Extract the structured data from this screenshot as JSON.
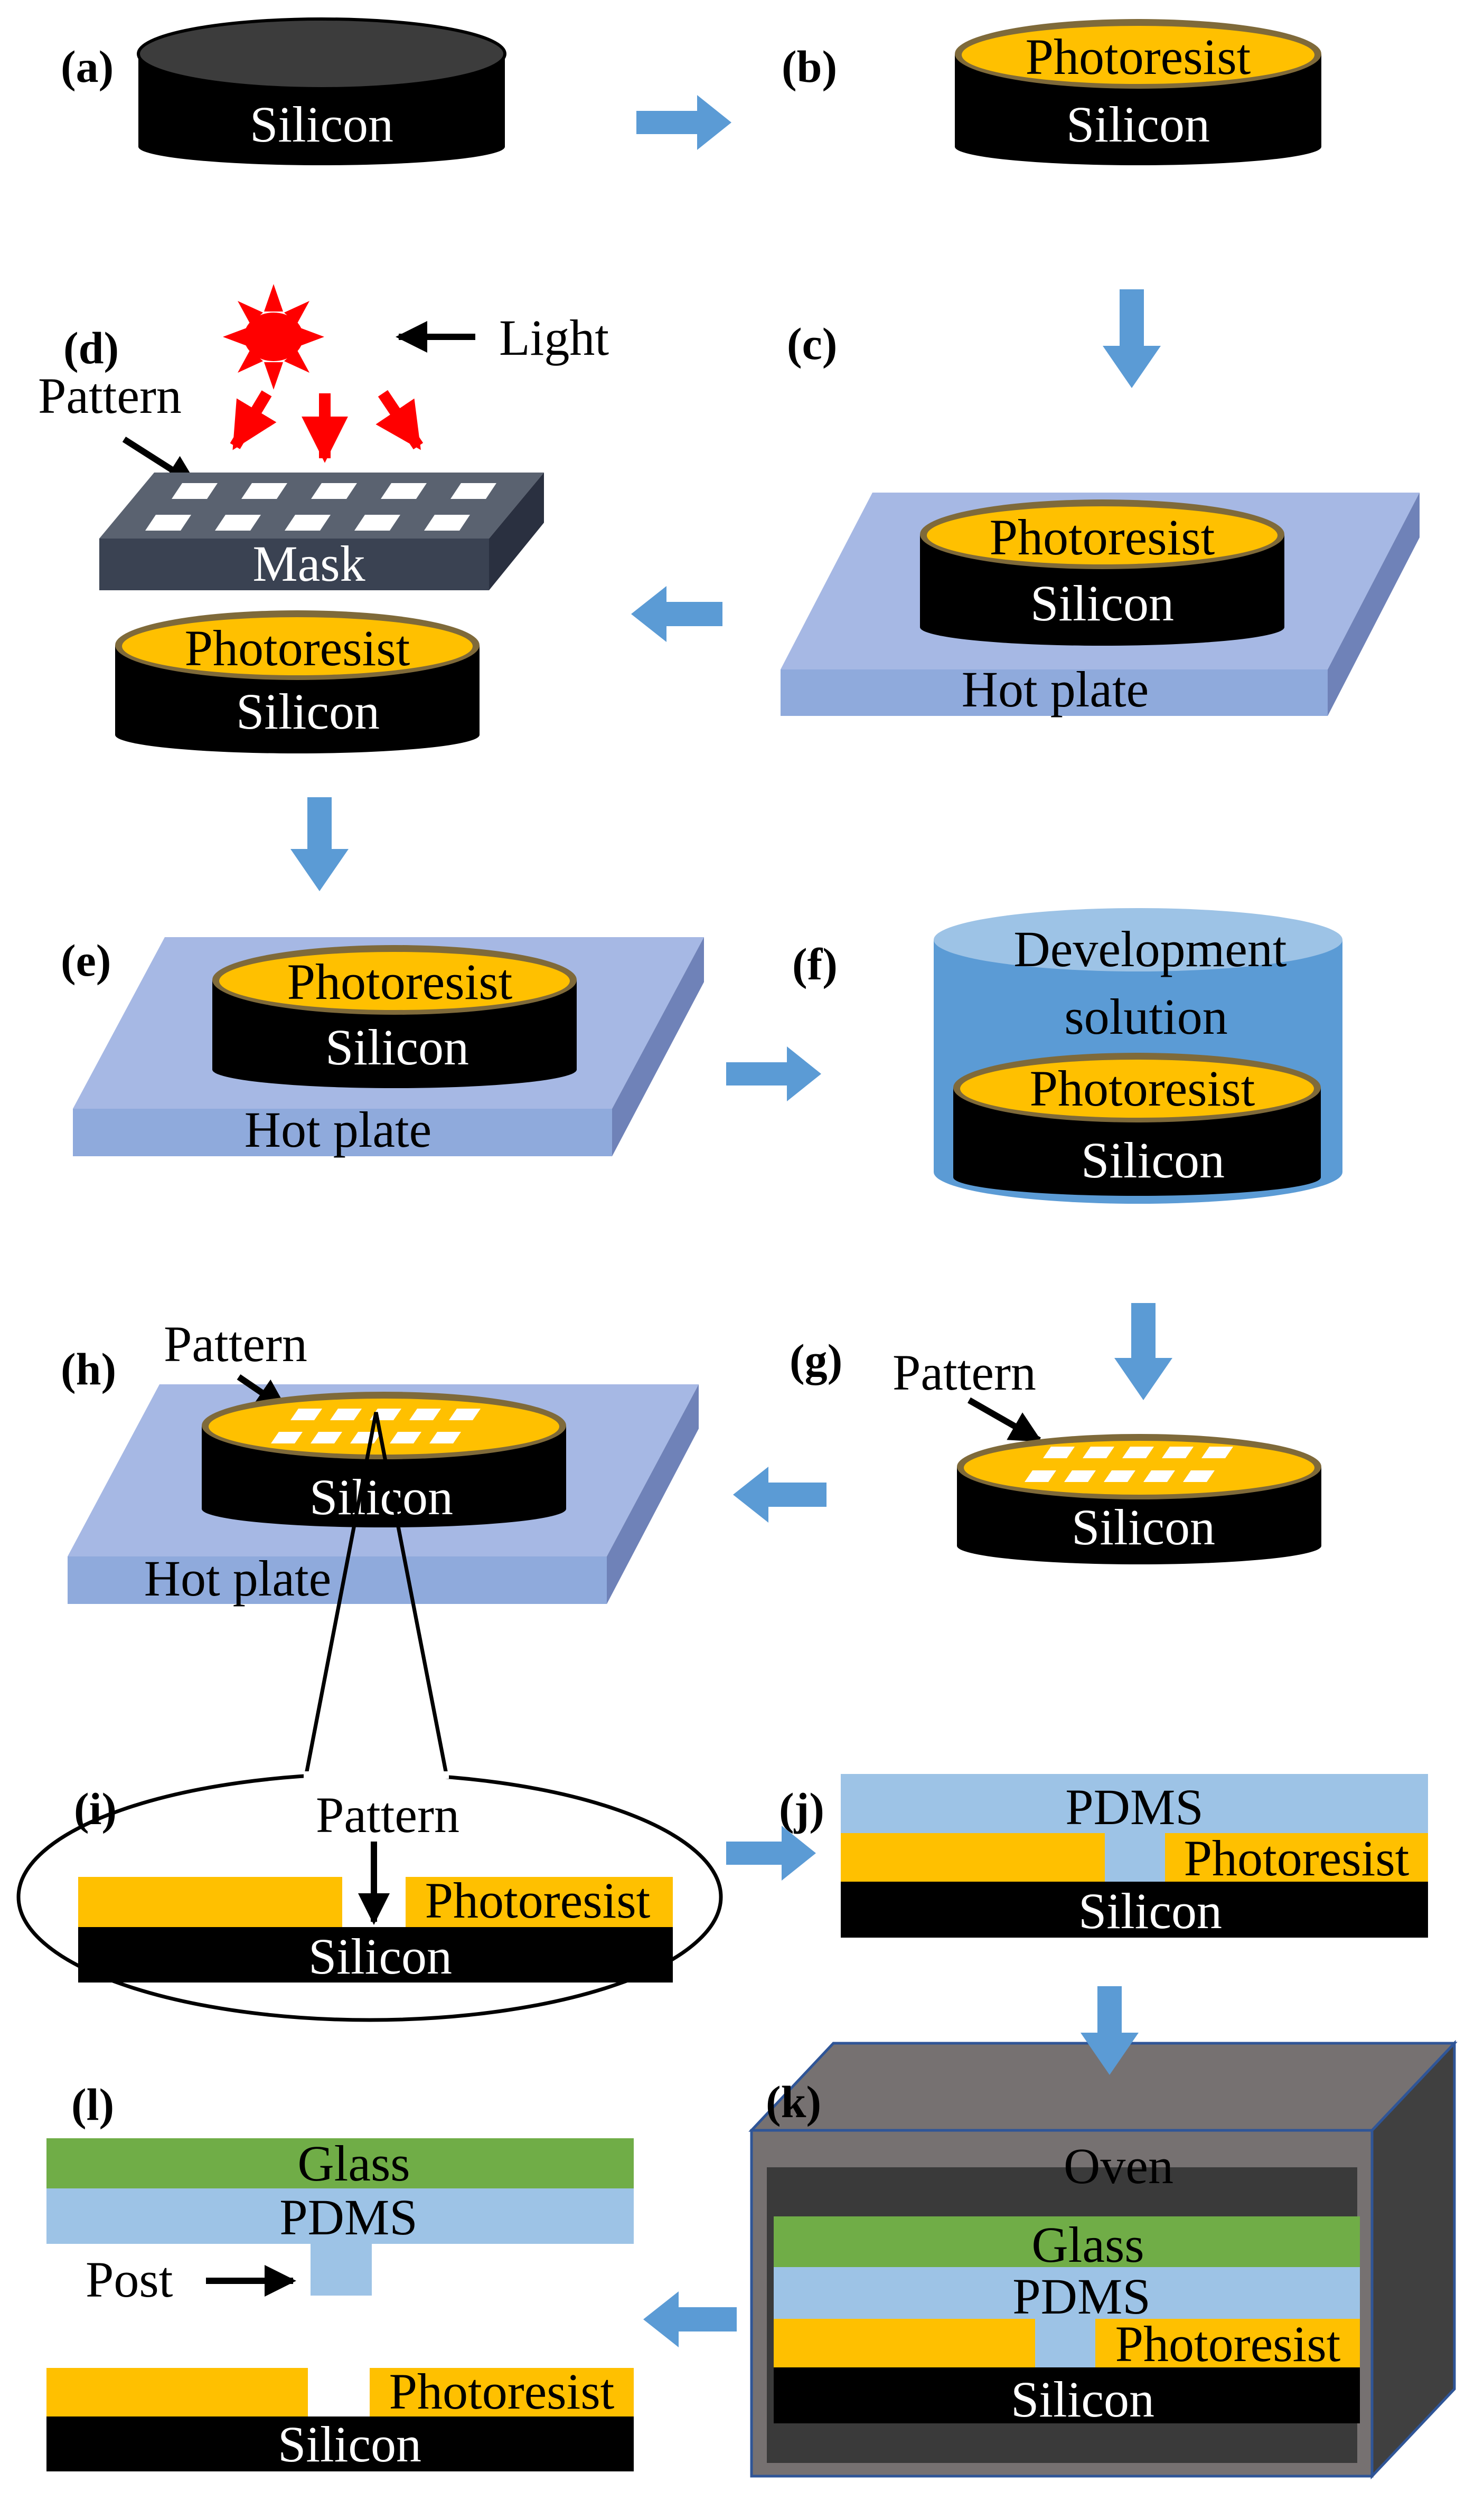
{
  "labels": {
    "a": "(a)",
    "b": "(b)",
    "c": "(c)",
    "d": "(d)",
    "e": "(e)",
    "f": "(f)",
    "g": "(g)",
    "h": "(h)",
    "i": "(i)",
    "j": "(j)",
    "k": "(k)",
    "l": "(l)"
  },
  "text": {
    "silicon": "Silicon",
    "photoresist": "Photoresist",
    "hot_plate": "Hot plate",
    "mask": "Mask",
    "pattern": "Pattern",
    "light": "Light",
    "development_line1": "Development",
    "development_line2": "solution",
    "pdms": "PDMS",
    "glass": "Glass",
    "oven": "Oven",
    "post": "Post"
  },
  "colors": {
    "silicon": "#000000",
    "wafer_top": "#3c3c3c",
    "photoresist": "#ffc000",
    "photoresist_rim": "#7f6a3a",
    "hot_plate_top": "#a6b8e4",
    "hot_plate_front": "#8faadc",
    "hot_plate_side": "#6f82b8",
    "mask_top": "#5a6270",
    "mask_front": "#3a4252",
    "pdms": "#9dc3e6",
    "glass": "#70ad47",
    "development": "#5b9bd5",
    "development_top": "#9dc3e6",
    "oven_front": "#767171",
    "oven_inner": "#3a3a3a",
    "oven_side": "#404040",
    "process_arrow": "#5b9bd5",
    "light_arrow": "#ff0000",
    "sun": "#ff0000"
  },
  "icons": {
    "sun": "sun-icon",
    "flow_arrow": "arrow-icon"
  }
}
